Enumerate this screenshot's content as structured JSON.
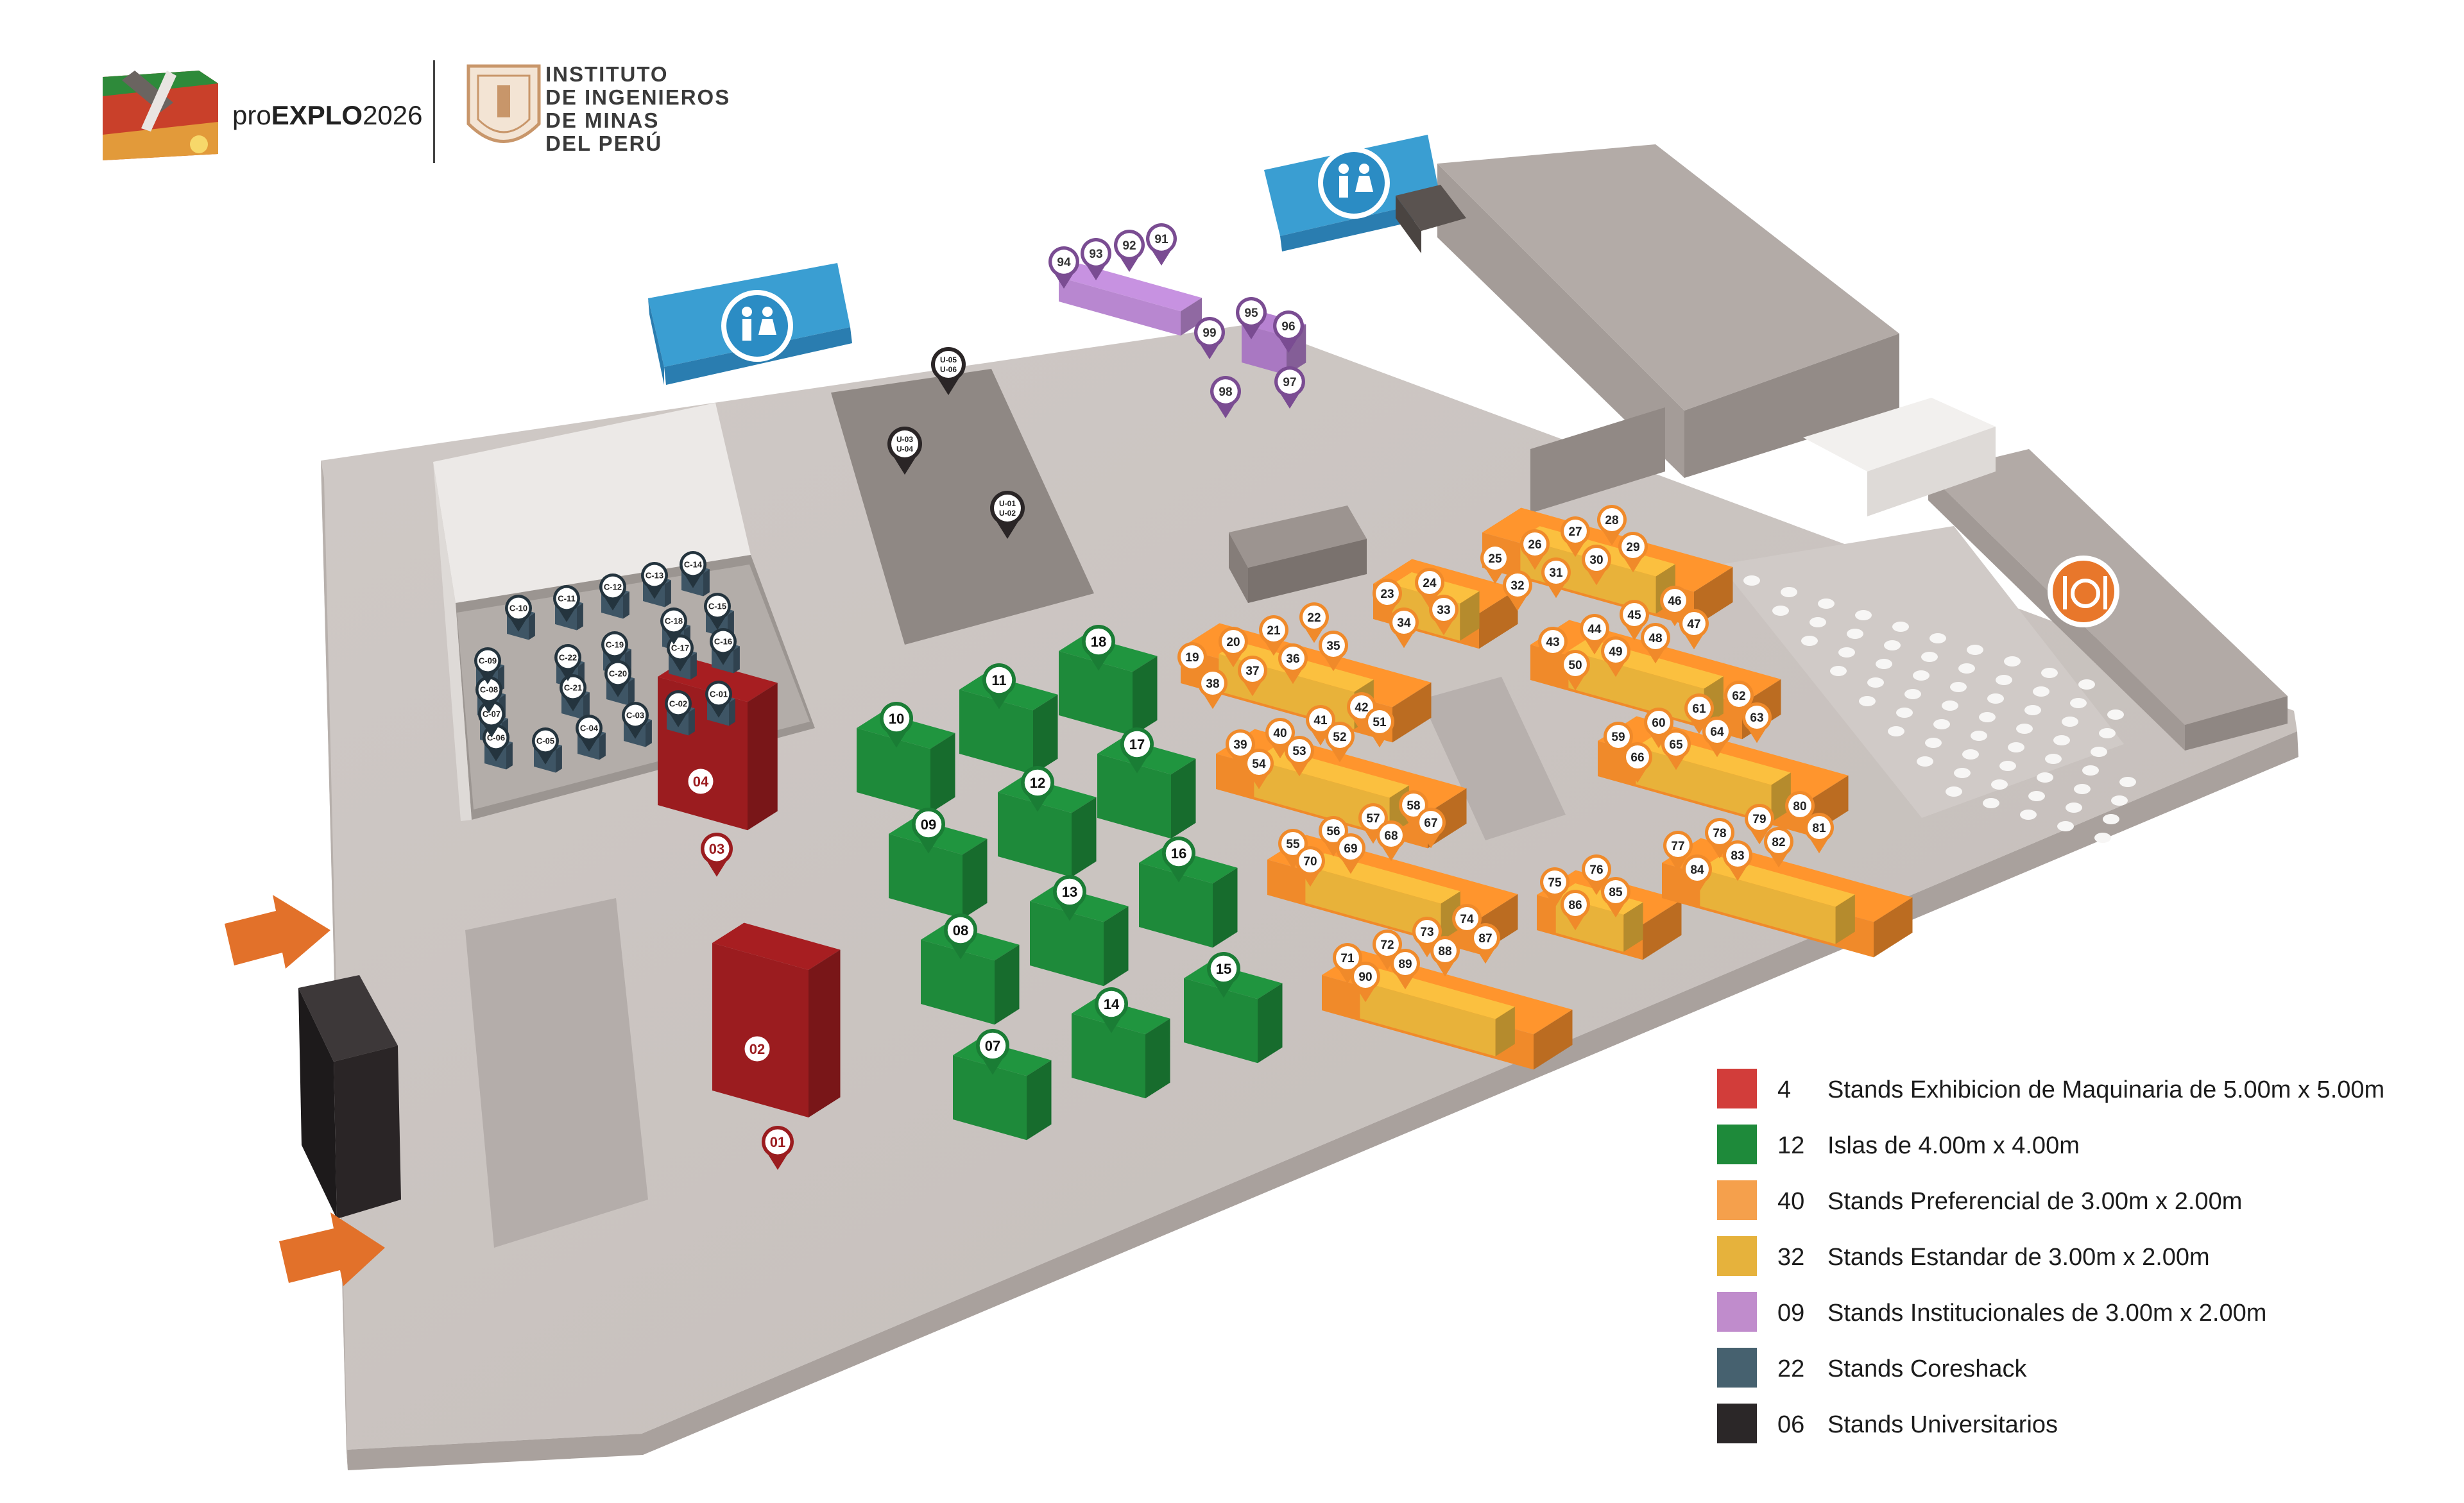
{
  "header": {
    "brand_pre": "pro",
    "brand_main": "EXPLO",
    "brand_year": "2026",
    "institute_lines": [
      "INSTITUTO",
      "DE INGENIEROS",
      "DE MINAS",
      "DEL PERÚ"
    ]
  },
  "icons": [
    "restroom-icon",
    "restaurant-icon",
    "entrance-arrow-icon",
    "map-pin-icon"
  ],
  "colors": {
    "machinery": "#9b1c1f",
    "islands": "#1e8a3a",
    "preferential": "#f08a2a",
    "standard": "#e8b23a",
    "institutional": "#b887d0",
    "coreshack": "#3e5565",
    "university": "#2a2526",
    "restroom": "#3a9ed2",
    "entrance": "#e2712a"
  },
  "legend": [
    {
      "count": "4",
      "label": "Stands Exhibicion de Maquinaria de 5.00m x 5.00m",
      "color": "#d23d3a"
    },
    {
      "count": "12",
      "label": "Islas de 4.00m x 4.00m",
      "color": "#1e8a3a"
    },
    {
      "count": "40",
      "label": "Stands Preferencial de 3.00m x 2.00m",
      "color": "#f5a04c"
    },
    {
      "count": "32",
      "label": "Stands Estandar de 3.00m x 2.00m",
      "color": "#e6b23c"
    },
    {
      "count": "09",
      "label": "Stands Institucionales de 3.00m x 2.00m",
      "color": "#c08ccc"
    },
    {
      "count": "22",
      "label": "Stands Coreshack",
      "color": "#46616f"
    },
    {
      "count": "06",
      "label": "Stands Universitarios",
      "color": "#2b2728"
    }
  ],
  "machinery_stands": [
    "01",
    "02",
    "03",
    "04"
  ],
  "island_stands": [
    "07",
    "08",
    "09",
    "10",
    "11",
    "12",
    "13",
    "14",
    "15",
    "16",
    "17",
    "18"
  ],
  "preferential_clusters": [
    {
      "labels": [
        "19",
        "20",
        "21",
        "22",
        "35",
        "36",
        "37",
        "38"
      ]
    },
    {
      "labels": [
        "23",
        "24",
        "33",
        "34"
      ]
    },
    {
      "labels": [
        "25",
        "26",
        "27",
        "28",
        "29",
        "30",
        "31",
        "32"
      ]
    },
    {
      "labels": [
        "39",
        "40",
        "41",
        "42",
        "51",
        "52",
        "53",
        "54"
      ]
    },
    {
      "labels": [
        "43",
        "44",
        "45",
        "46",
        "47",
        "48",
        "49",
        "50"
      ]
    },
    {
      "labels": [
        "55",
        "56",
        "57",
        "58",
        "67",
        "68",
        "69",
        "70"
      ]
    },
    {
      "labels": [
        "59",
        "60",
        "61",
        "62",
        "63",
        "64",
        "65",
        "66"
      ]
    },
    {
      "labels": [
        "71",
        "72",
        "73",
        "74",
        "87",
        "88",
        "89",
        "90"
      ]
    },
    {
      "labels": [
        "75",
        "76",
        "85",
        "86"
      ]
    },
    {
      "labels": [
        "77",
        "78",
        "79",
        "80",
        "81",
        "82",
        "83",
        "84"
      ]
    }
  ],
  "institutional_stands": [
    "91",
    "92",
    "93",
    "94",
    "95",
    "96",
    "97",
    "98",
    "99"
  ],
  "coreshack_stands": [
    "C-01",
    "C-02",
    "C-03",
    "C-04",
    "C-05",
    "C-06",
    "C-07",
    "C-08",
    "C-09",
    "C-10",
    "C-11",
    "C-12",
    "C-13",
    "C-14",
    "C-15",
    "C-16",
    "C-17",
    "C-18",
    "C-19",
    "C-20",
    "C-21",
    "C-22"
  ],
  "university_stands": [
    "U-01",
    "U-02",
    "U-03",
    "U-04",
    "U-05",
    "U-06"
  ]
}
